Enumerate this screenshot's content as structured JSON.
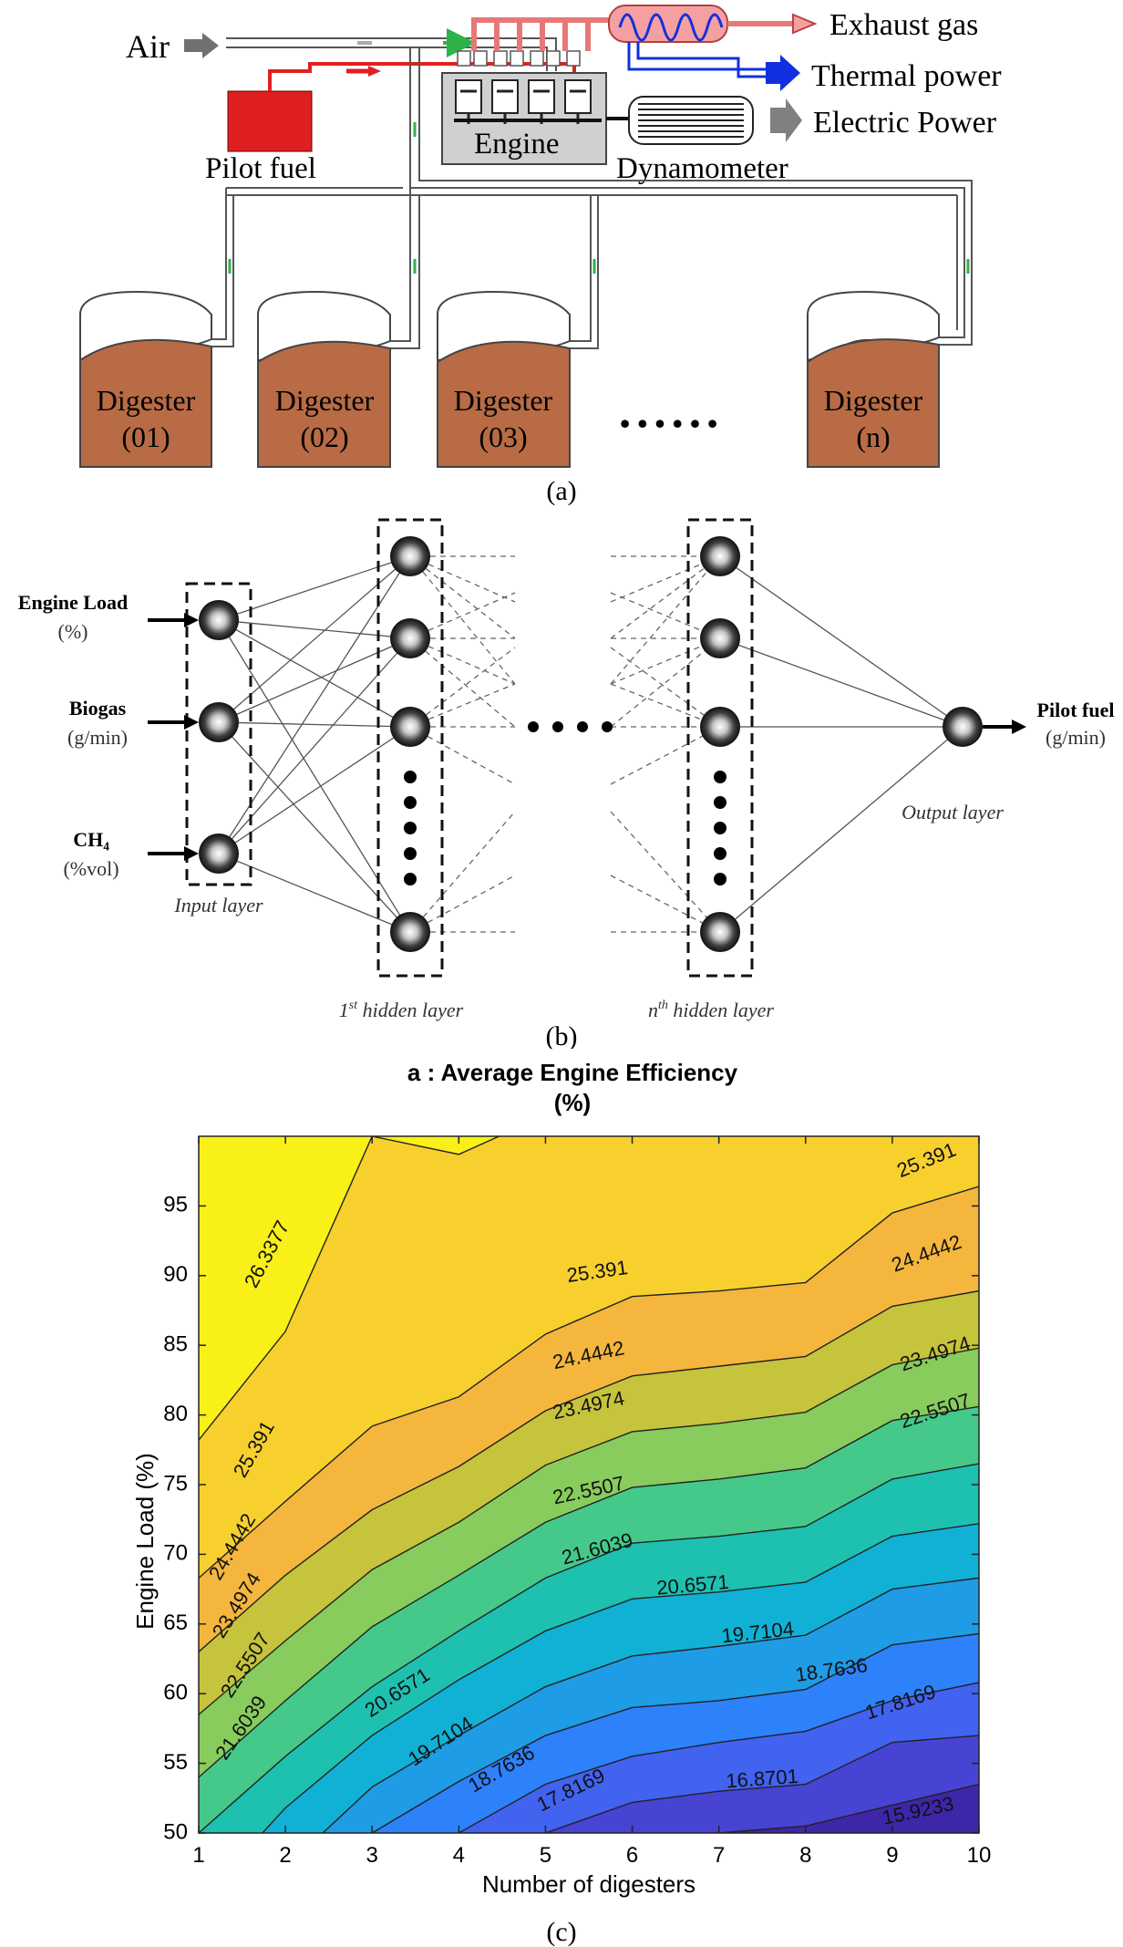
{
  "panel_a": {
    "air_label": "Air",
    "pilot_fuel_label": "Pilot fuel",
    "engine_label": "Engine",
    "dynamometer_label": "Dynamometer",
    "exhaust_label": "Exhaust gas",
    "thermal_label": "Thermal power",
    "electric_label": "Electric Power",
    "digesters": [
      {
        "name": "Digester",
        "num": "(01)"
      },
      {
        "name": "Digester",
        "num": "(02)"
      },
      {
        "name": "Digester",
        "num": "(03)"
      },
      {
        "name": "Digester",
        "num": "(n)"
      }
    ],
    "ellipsis": "• • • • • •",
    "caption": "(a)",
    "colors": {
      "air_pipe": "#888888",
      "fuel": "#e02020",
      "exhaust": "#f08080",
      "thermal": "#1030e0",
      "digester": "#b86b45",
      "engine": "#cccccc"
    }
  },
  "panel_b": {
    "inputs": [
      {
        "name": "Engine Load",
        "unit": "(%)"
      },
      {
        "name": "Biogas",
        "unit": "(g/min)"
      },
      {
        "name": "CH₄",
        "unit": "(%vol)"
      }
    ],
    "output": {
      "name": "Pilot fuel",
      "unit": "(g/min)"
    },
    "input_layer_label": "Input layer",
    "hidden1_label_base": "1",
    "hidden1_label_sup": "st",
    "hidden1_label_rest": " hidden layer",
    "hiddenn_label_base": "n",
    "hiddenn_label_sup": "th",
    "hiddenn_label_rest": " hidden layer",
    "output_layer_label": "Output layer",
    "caption": "(b)"
  },
  "panel_c": {
    "caption": "(c)"
  },
  "chart_data": {
    "type": "contour",
    "title": "a : Average Engine Efficiency",
    "title_line2": "(%)",
    "xlabel": "Number of digesters",
    "ylabel": "Engine Load (%)",
    "xlim": [
      1,
      10
    ],
    "ylim": [
      50,
      100
    ],
    "xticks": [
      1,
      2,
      3,
      4,
      5,
      6,
      7,
      8,
      9,
      10
    ],
    "yticks": [
      50,
      55,
      60,
      65,
      70,
      75,
      80,
      85,
      90,
      95
    ],
    "levels": [
      15.9233,
      16.8701,
      17.8169,
      18.7636,
      19.7104,
      20.6571,
      21.6039,
      22.5507,
      23.4974,
      24.4442,
      25.391,
      26.3377
    ],
    "x": [
      1,
      2,
      3,
      4,
      5,
      6,
      7,
      8,
      9,
      10
    ],
    "contour_lines": [
      {
        "level": 15.9233,
        "y": [
          null,
          null,
          null,
          null,
          null,
          49.5,
          50,
          50.5,
          52,
          53.5
        ]
      },
      {
        "level": 16.8701,
        "y": [
          null,
          null,
          null,
          null,
          50,
          52.2,
          53,
          53.5,
          56.5,
          57
        ]
      },
      {
        "level": 17.8169,
        "y": [
          null,
          null,
          null,
          50,
          53.5,
          55.5,
          56.5,
          57.3,
          59.5,
          60.8
        ]
      },
      {
        "level": 18.7636,
        "y": [
          null,
          null,
          50,
          53.7,
          57,
          59,
          59.5,
          60.3,
          63.5,
          64.3
        ]
      },
      {
        "level": 19.7104,
        "y": [
          null,
          47.5,
          53.3,
          57,
          60.5,
          62.7,
          63.4,
          64.2,
          67.5,
          68.3
        ]
      },
      {
        "level": 20.6571,
        "y": [
          null,
          51.8,
          57,
          61,
          64.5,
          66.8,
          67.3,
          68,
          71.3,
          72.2
        ]
      },
      {
        "level": 21.6039,
        "y": [
          50,
          55.5,
          60.5,
          64.5,
          68.3,
          70.8,
          71.3,
          72,
          75.4,
          76.5
        ]
      },
      {
        "level": 22.5507,
        "y": [
          54,
          59.5,
          64.8,
          68.5,
          72.3,
          74.8,
          75.4,
          76.2,
          79.6,
          80.6
        ]
      },
      {
        "level": 23.4974,
        "y": [
          58.5,
          63.8,
          68.9,
          72.3,
          76.4,
          78.8,
          79.4,
          80.2,
          83.6,
          84.8
        ]
      },
      {
        "level": 24.4442,
        "y": [
          63,
          68.5,
          73.2,
          76.3,
          80.3,
          82.8,
          83.5,
          84.2,
          87.8,
          88.9
        ]
      },
      {
        "level": 25.391,
        "y": [
          68.3,
          73.8,
          79.2,
          81.3,
          85.8,
          88.5,
          88.9,
          89.5,
          94.5,
          96.4
        ]
      },
      {
        "level": 26.3377,
        "y": [
          78.2,
          86,
          100,
          98.7,
          101.5,
          102,
          102,
          102,
          102,
          102
        ]
      }
    ],
    "labels": [
      {
        "text": "26.3377",
        "x": 1.8,
        "y": 91.5,
        "angle": -62
      },
      {
        "text": "25.391",
        "x": 5.6,
        "y": 90.2,
        "angle": -8
      },
      {
        "text": "25.391",
        "x": 9.4,
        "y": 98.2,
        "angle": -22
      },
      {
        "text": "25.391",
        "x": 1.65,
        "y": 77.5,
        "angle": -60
      },
      {
        "text": "24.4442",
        "x": 5.5,
        "y": 84.2,
        "angle": -12
      },
      {
        "text": "24.4442",
        "x": 9.4,
        "y": 91.5,
        "angle": -20
      },
      {
        "text": "24.4442",
        "x": 1.4,
        "y": 70.5,
        "angle": -60
      },
      {
        "text": "23.4974",
        "x": 5.5,
        "y": 80.6,
        "angle": -12
      },
      {
        "text": "23.4974",
        "x": 9.5,
        "y": 84.3,
        "angle": -18
      },
      {
        "text": "23.4974",
        "x": 1.45,
        "y": 66.3,
        "angle": -58
      },
      {
        "text": "22.5507",
        "x": 5.5,
        "y": 74.5,
        "angle": -12
      },
      {
        "text": "22.5507",
        "x": 9.5,
        "y": 80.2,
        "angle": -18
      },
      {
        "text": "22.5507",
        "x": 1.55,
        "y": 62,
        "angle": -57
      },
      {
        "text": "21.6039",
        "x": 5.6,
        "y": 70.3,
        "angle": -15
      },
      {
        "text": "21.6039",
        "x": 1.5,
        "y": 57.5,
        "angle": -55
      },
      {
        "text": "20.6571",
        "x": 6.7,
        "y": 67.7,
        "angle": -5
      },
      {
        "text": "20.6571",
        "x": 3.3,
        "y": 60,
        "angle": -33
      },
      {
        "text": "19.7104",
        "x": 7.45,
        "y": 64.3,
        "angle": -6
      },
      {
        "text": "19.7104",
        "x": 3.8,
        "y": 56.5,
        "angle": -33
      },
      {
        "text": "18.7636",
        "x": 8.3,
        "y": 61.6,
        "angle": -8
      },
      {
        "text": "18.7636",
        "x": 4.5,
        "y": 54.5,
        "angle": -30
      },
      {
        "text": "17.8169",
        "x": 9.1,
        "y": 59.3,
        "angle": -18
      },
      {
        "text": "17.8169",
        "x": 5.3,
        "y": 53,
        "angle": -26
      },
      {
        "text": "16.8701",
        "x": 7.5,
        "y": 53.8,
        "angle": -4
      },
      {
        "text": "15.9233",
        "x": 9.3,
        "y": 51.5,
        "angle": -12
      }
    ],
    "colormap": [
      "#3e26a8",
      "#4743d3",
      "#4262f0",
      "#2d81fa",
      "#1e9ce6",
      "#11b1d5",
      "#1ec0b0",
      "#44c98b",
      "#87cc5c",
      "#c6c33c",
      "#f4b63c",
      "#f7d02e",
      "#f9f018"
    ]
  }
}
